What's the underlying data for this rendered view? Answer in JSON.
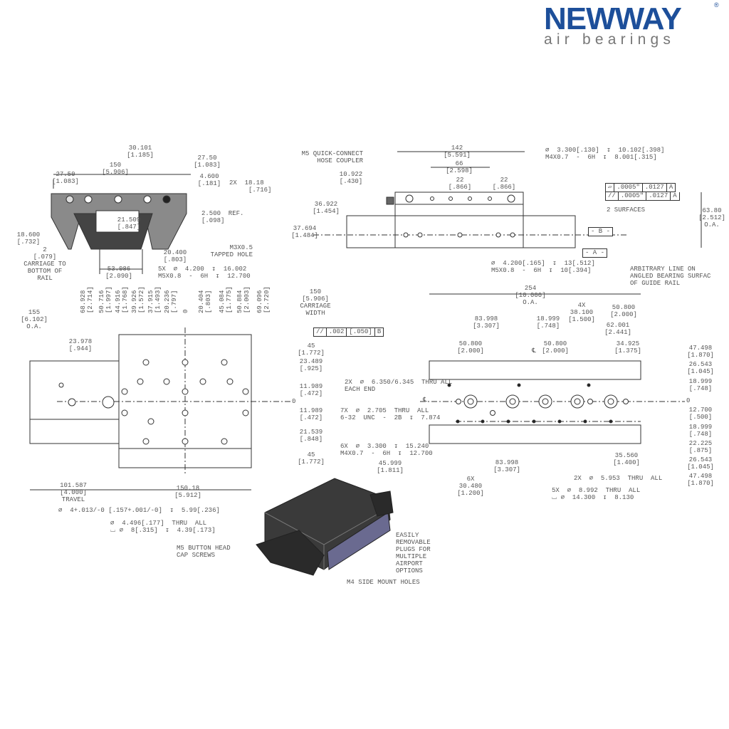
{
  "logo": {
    "brand": "NEWWAY",
    "registered": "®",
    "tagline": "air bearings",
    "brand_color": "#1d4f9a"
  },
  "end_view": {
    "d1": "30.101\n[1.185]",
    "d2": "27.50\n[1.083]",
    "d3": "150\n[5.906]",
    "d4": "27.50\n[1.083]",
    "d5": "4.600\n[.181]",
    "d6": "2X  18.18\n     [.716]",
    "d7": "2.500  REF.\n[.098]",
    "d8": "21.509\n[.847]",
    "d9": "18.600\n[.732]",
    "d10": "M3X0.5\nTAPPED HOLE",
    "d11": "20.400\n[.803]",
    "d12": "2\n[.079]\nCARRIAGE TO\nBOTTOM OF\nRAIL",
    "d13": "53.086\n[2.090]",
    "d14": "5X  ⌀  4.200  ↧  16.002\nM5X0.8  -  6H  ↧  12.700"
  },
  "side_view": {
    "coupler": "M5 QUICK-CONNECT\nHOSE COUPLER",
    "d1": "142\n[5.591]",
    "d2": "⌀  3.300[.130]  ↧  10.102[.398]\nM4X0.7  -  6H  ↧  8.001[.315]",
    "d3": "66\n[2.598]",
    "d4": "10.922\n[.430]",
    "d5": "22\n[.866]",
    "d6": "22\n[.866]",
    "gdt1": [
      "▱",
      ".0005\"",
      ".0127",
      "A"
    ],
    "gdt2": [
      "//",
      ".0005\"",
      ".0127",
      "A"
    ],
    "surfaces": "2 SURFACES",
    "d7": "36.922\n[1.454]",
    "d8": "63.80\n[2.512]\nO.A.",
    "d9": "37.694\n[1.484]",
    "datum_b": "- B -",
    "datum_a": "- A -",
    "d10": "⌀  4.200[.165]  ↧  13[.512]\nM5X0.8  -  6H  ↧  10[.394]",
    "note": "ARBITRARY LINE ON\nANGLED BEARING SURFAC\nOF GUIDE RAIL"
  },
  "top_view": {
    "vert": [
      "68.928\n[2.714]",
      "50.716\n[1.997]",
      "44.916\n[1.768]",
      "39.926\n[1.572]",
      "37.915\n[1.493]",
      "20.236\n[.797]",
      "0",
      "20.404\n[.803]",
      "45.084\n[1.775]",
      "50.884\n[2.003]",
      "69.096\n[2.720]"
    ],
    "oa": "155\n[6.102]\nO.A.",
    "width": "150\n[5.906]\nCARRIAGE\nWIDTH",
    "gdt": [
      "//",
      ".002",
      "[.050]",
      "B"
    ],
    "d1": "23.978\n[.944]",
    "right": [
      "45\n[1.772]",
      "23.489\n[.925]",
      "11.989\n[.472]",
      "0",
      "11.989\n[.472]",
      "21.539\n[.848]",
      "45\n[1.772]"
    ],
    "travel": "101.587\n[4.000]\nTRAVEL",
    "d2": "150.18\n[5.912]",
    "pin": "⌀  4+.013/-0 [.157+.001/-0]  ↧  5.99[.236]",
    "thru": "⌀  4.496[.177]  THRU  ALL\n⌴ ⌀  8[.315]  ↧  4.39[.173]"
  },
  "rail_view": {
    "oa": "254\n[10.000]\nO.A.",
    "d1": "4X\n38.100\n[1.500]",
    "d2": "50.800\n[2.000]",
    "d3": "83.998\n[3.307]",
    "d4": "18.999\n[.748]",
    "d5": "62.001\n[2.441]",
    "d6": "50.800\n[2.000]",
    "d7": "50.800\n[2.000]",
    "d8": "34.925\n[1.375]",
    "right": [
      "47.498\n[1.870]",
      "26.543\n[1.045]",
      "18.999\n[.748]",
      "0",
      "12.700\n[.500]",
      "18.999\n[.748]",
      "22.225\n[.875]",
      "26.543\n[1.045]",
      "47.498\n[1.870]"
    ],
    "c1": "2X  ⌀  6.350/6.345  THRU ALL\nEACH END",
    "c2": "7X  ⌀  2.705  THRU  ALL\n6-32  UNC  -  2B  ↧  7.874",
    "c3": "6X  ⌀  3.300  ↧  15.240\nM4X0.7  -  6H  ↧  12.700",
    "d9": "45.999\n[1.811]",
    "d10": "83.998\n[3.307]",
    "d11": "35.560\n[1.400]",
    "d12": "6X\n30.480\n[1.200]",
    "c4": "2X  ⌀  5.953  THRU  ALL",
    "c5": "5X  ⌀  8.992  THRU  ALL\n⌴ ⌀  14.300  ↧  8.130",
    "centerline": "℄"
  },
  "iso": {
    "screws": "M5 BUTTON HEAD\nCAP SCREWS",
    "plugs": "EASILY\nREMOVABLE\nPLUGS FOR\nMULTIPLE\nAIRPORT\nOPTIONS",
    "side": "M4 SIDE MOUNT HOLES"
  }
}
